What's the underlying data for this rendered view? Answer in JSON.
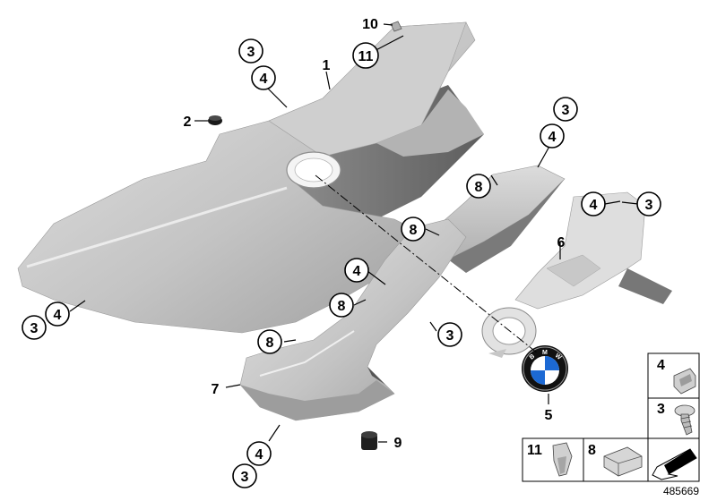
{
  "diagram": {
    "reference_number": "485669",
    "callouts": {
      "c3_top_left": "3",
      "c4_top_left": "4",
      "c1": "1",
      "c10": "10",
      "c11": "11",
      "c2": "2",
      "c3_bottom_left": "3",
      "c4_bottom_left": "4",
      "c3_right_top": "3",
      "c4_right_top": "4",
      "c8_right_top": "8",
      "c4_right_panel": "4",
      "c3_right_panel": "3",
      "c6": "6",
      "c8_mid_upper": "8",
      "c4_mid": "4",
      "c8_mid": "8",
      "c3_mid": "3",
      "c8_lower": "8",
      "c7": "7",
      "c5": "5",
      "c9": "9",
      "c4_bottom": "4",
      "c3_bottom": "3"
    },
    "legend": {
      "box_4": "4",
      "box_3": "3",
      "box_11": "11",
      "box_8": "8"
    },
    "emblem": {
      "letters": [
        "B",
        "M",
        "W"
      ],
      "colors": {
        "blue": "#1c69d4",
        "white": "#ffffff",
        "ring": "#111111"
      }
    },
    "colors": {
      "panel_light": "#d9d9d9",
      "panel_mid": "#bdbdbd",
      "panel_dark": "#8c8c8c"
    }
  }
}
